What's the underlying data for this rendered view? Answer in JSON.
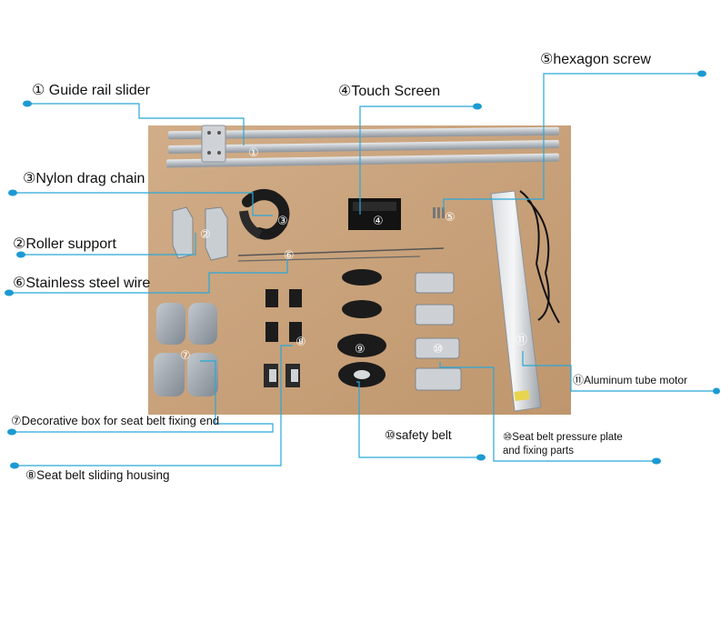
{
  "labels": {
    "guide_rail_slider": "① Guide rail slider",
    "touch_screen": "④Touch Screen",
    "hexagon_screw": "⑤hexagon screw",
    "nylon_drag_chain": "③Nylon drag chain",
    "roller_support": "②Roller support",
    "stainless_steel_wire": "⑥Stainless steel wire",
    "aluminum_tube_motor": "⑪Aluminum tube motor",
    "decorative_box": "⑦Decorative box for seat belt fixing end",
    "safety_belt": "⑩safety belt",
    "pressure_plate_line1": "⑩Seat belt pressure plate",
    "pressure_plate_line2": "and fixing parts",
    "sliding_housing": "⑧Seat belt sliding housing"
  },
  "markers": {
    "m1": "①",
    "m2": "②",
    "m3": "③",
    "m4": "④",
    "m5": "⑤",
    "m6": "⑥",
    "m7": "⑦",
    "m8": "⑧",
    "m9": "⑨",
    "m10": "⑩",
    "m11": "⑪"
  },
  "colors": {
    "leader_line": "#29a8d8",
    "dot": "#1b9ad2",
    "board": "#c9a27b",
    "rail": "#c8cdd2",
    "plastic_black": "#1b1b1b",
    "cover_grey": "#9aa2ab"
  }
}
